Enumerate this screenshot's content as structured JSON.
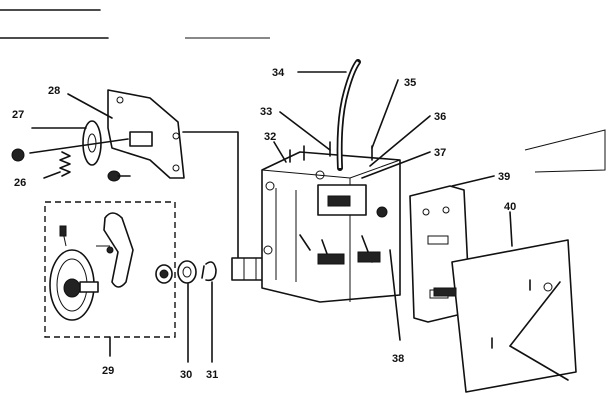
{
  "diagram": {
    "callouts": [
      {
        "id": "c26",
        "label": "26"
      },
      {
        "id": "c27",
        "label": "27"
      },
      {
        "id": "c28",
        "label": "28"
      },
      {
        "id": "c29",
        "label": "29"
      },
      {
        "id": "c30",
        "label": "30"
      },
      {
        "id": "c31",
        "label": "31"
      },
      {
        "id": "c32",
        "label": "32"
      },
      {
        "id": "c33",
        "label": "33"
      },
      {
        "id": "c34",
        "label": "34"
      },
      {
        "id": "c35",
        "label": "35"
      },
      {
        "id": "c36",
        "label": "36"
      },
      {
        "id": "c37",
        "label": "37"
      },
      {
        "id": "c38",
        "label": "38"
      },
      {
        "id": "c39",
        "label": "39"
      },
      {
        "id": "c40",
        "label": "40"
      }
    ]
  }
}
